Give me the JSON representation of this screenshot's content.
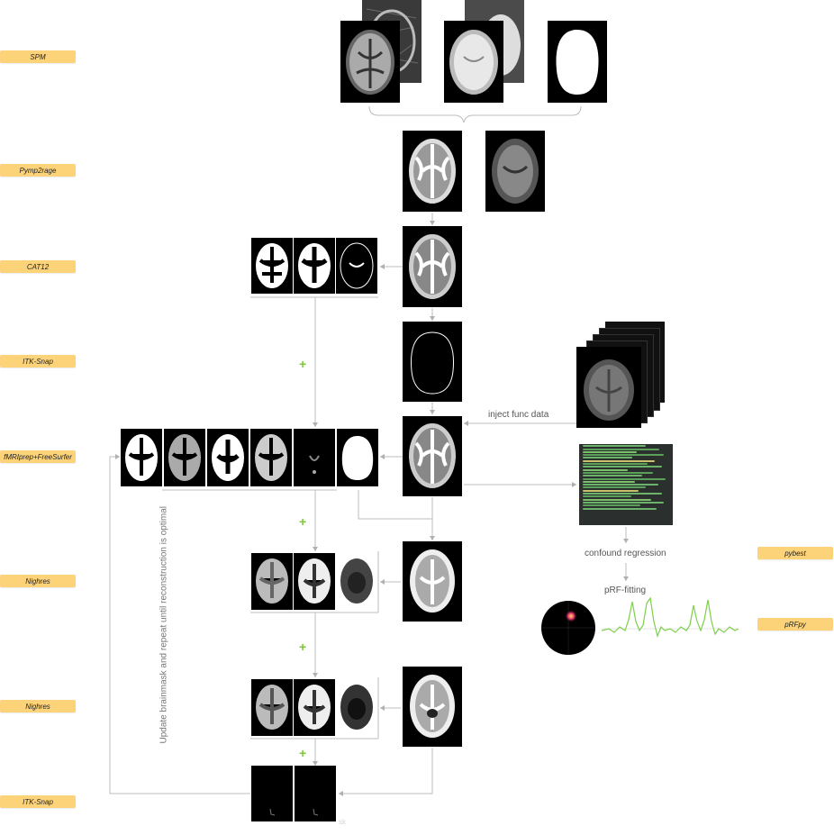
{
  "tags": [
    {
      "id": "spm",
      "label": "SPM"
    },
    {
      "id": "pymp2rage",
      "label": "Pymp2rage"
    },
    {
      "id": "cat12",
      "label": "CAT12"
    },
    {
      "id": "itksnap1",
      "label": "ITK-Snap"
    },
    {
      "id": "fmriprep",
      "label": "fMRIprep+FreeSurfer"
    },
    {
      "id": "nighres1",
      "label": "Nighres"
    },
    {
      "id": "nighres2",
      "label": "Nighres"
    },
    {
      "id": "itksnap2",
      "label": "ITK-Snap"
    },
    {
      "id": "pybest",
      "label": "pybest"
    },
    {
      "id": "prfpy",
      "label": "pRFpy"
    }
  ],
  "labels": {
    "inject": "inject func data",
    "confound": "confound regression",
    "prf": "pRF-fitting",
    "vertical": "Update brainmask and repeat until reconstruction is optimal",
    "faded": "sk"
  },
  "plus_sign": "+",
  "colors": {
    "accent": "#fdd37a",
    "plus": "#7dc73a",
    "arrow": "#b0b0b0",
    "signal": "#7ed04a"
  }
}
